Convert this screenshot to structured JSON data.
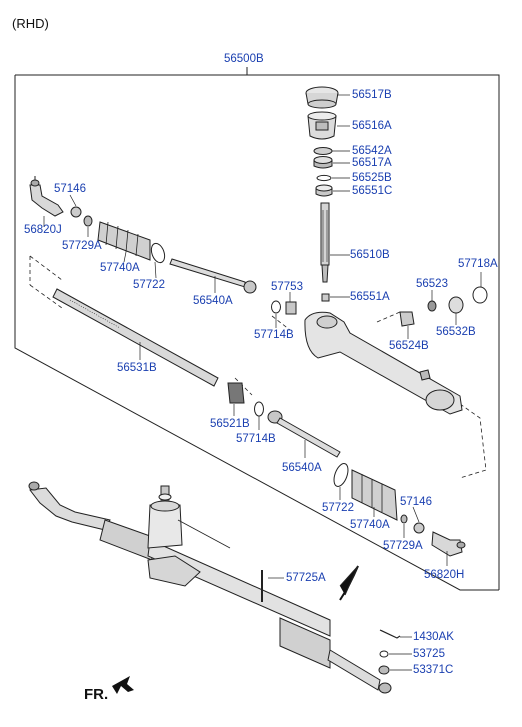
{
  "header": {
    "variant": "(RHD)"
  },
  "assembly": {
    "number": "56500B"
  },
  "direction": {
    "label": "FR."
  },
  "colors": {
    "part_label": "#1a3fb0",
    "line": "#222222",
    "background": "#ffffff"
  },
  "parts": [
    {
      "id": "p56517B",
      "number": "56517B"
    },
    {
      "id": "p56516A",
      "number": "56516A"
    },
    {
      "id": "p56542A",
      "number": "56542A"
    },
    {
      "id": "p56517A",
      "number": "56517A"
    },
    {
      "id": "p56525B",
      "number": "56525B"
    },
    {
      "id": "p56551C",
      "number": "56551C"
    },
    {
      "id": "p56510B",
      "number": "56510B"
    },
    {
      "id": "p56551A",
      "number": "56551A"
    },
    {
      "id": "p57146_l",
      "number": "57146"
    },
    {
      "id": "p56820J",
      "number": "56820J"
    },
    {
      "id": "p57729A_l",
      "number": "57729A"
    },
    {
      "id": "p57740A_l",
      "number": "57740A"
    },
    {
      "id": "p57722_l",
      "number": "57722"
    },
    {
      "id": "p56540A_l",
      "number": "56540A"
    },
    {
      "id": "p57753",
      "number": "57753"
    },
    {
      "id": "p57714B_l",
      "number": "57714B"
    },
    {
      "id": "p56523",
      "number": "56523"
    },
    {
      "id": "p57718A",
      "number": "57718A"
    },
    {
      "id": "p56524B",
      "number": "56524B"
    },
    {
      "id": "p56532B",
      "number": "56532B"
    },
    {
      "id": "p56531B",
      "number": "56531B"
    },
    {
      "id": "p56521B",
      "number": "56521B"
    },
    {
      "id": "p57714B_r",
      "number": "57714B"
    },
    {
      "id": "p56540A_r",
      "number": "56540A"
    },
    {
      "id": "p57722_r",
      "number": "57722"
    },
    {
      "id": "p57740A_r",
      "number": "57740A"
    },
    {
      "id": "p57146_r",
      "number": "57146"
    },
    {
      "id": "p57729A_r",
      "number": "57729A"
    },
    {
      "id": "p56820H",
      "number": "56820H"
    },
    {
      "id": "p57725A",
      "number": "57725A"
    },
    {
      "id": "p1430AK",
      "number": "1430AK"
    },
    {
      "id": "p53725",
      "number": "53725"
    },
    {
      "id": "p53371C",
      "number": "53371C"
    }
  ]
}
